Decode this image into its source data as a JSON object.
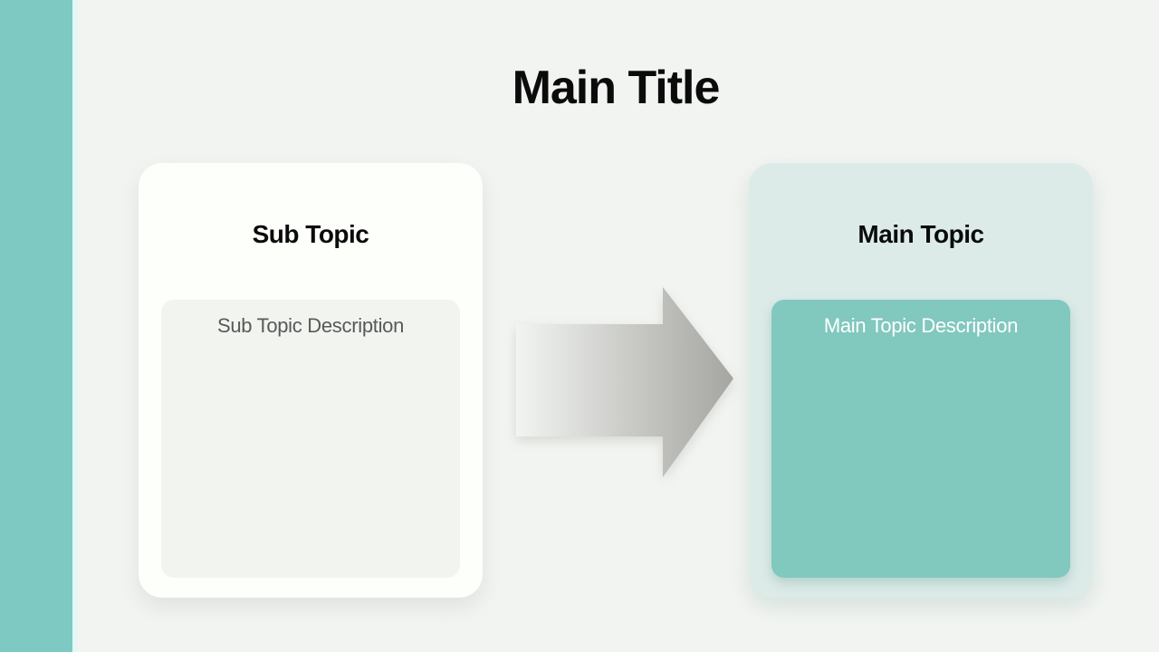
{
  "slide": {
    "title": "Main Title",
    "background_color": "#f2f4f1",
    "accent_bar_color": "#7fc9c3",
    "cards": [
      {
        "heading": "Sub Topic",
        "description": "Sub Topic Description",
        "card_color": "#fdfffb",
        "box_color": "#f2f4f0",
        "description_text_color": "#595959"
      },
      {
        "heading": "Main Topic",
        "description": "Main Topic Description",
        "card_color": "#dcebe8",
        "box_color": "#81c8bf",
        "description_text_color": "#ffffff"
      }
    ],
    "arrow": {
      "direction": "right",
      "gradient_from": "#f2f4f1",
      "gradient_to": "#a5a5a1"
    }
  }
}
